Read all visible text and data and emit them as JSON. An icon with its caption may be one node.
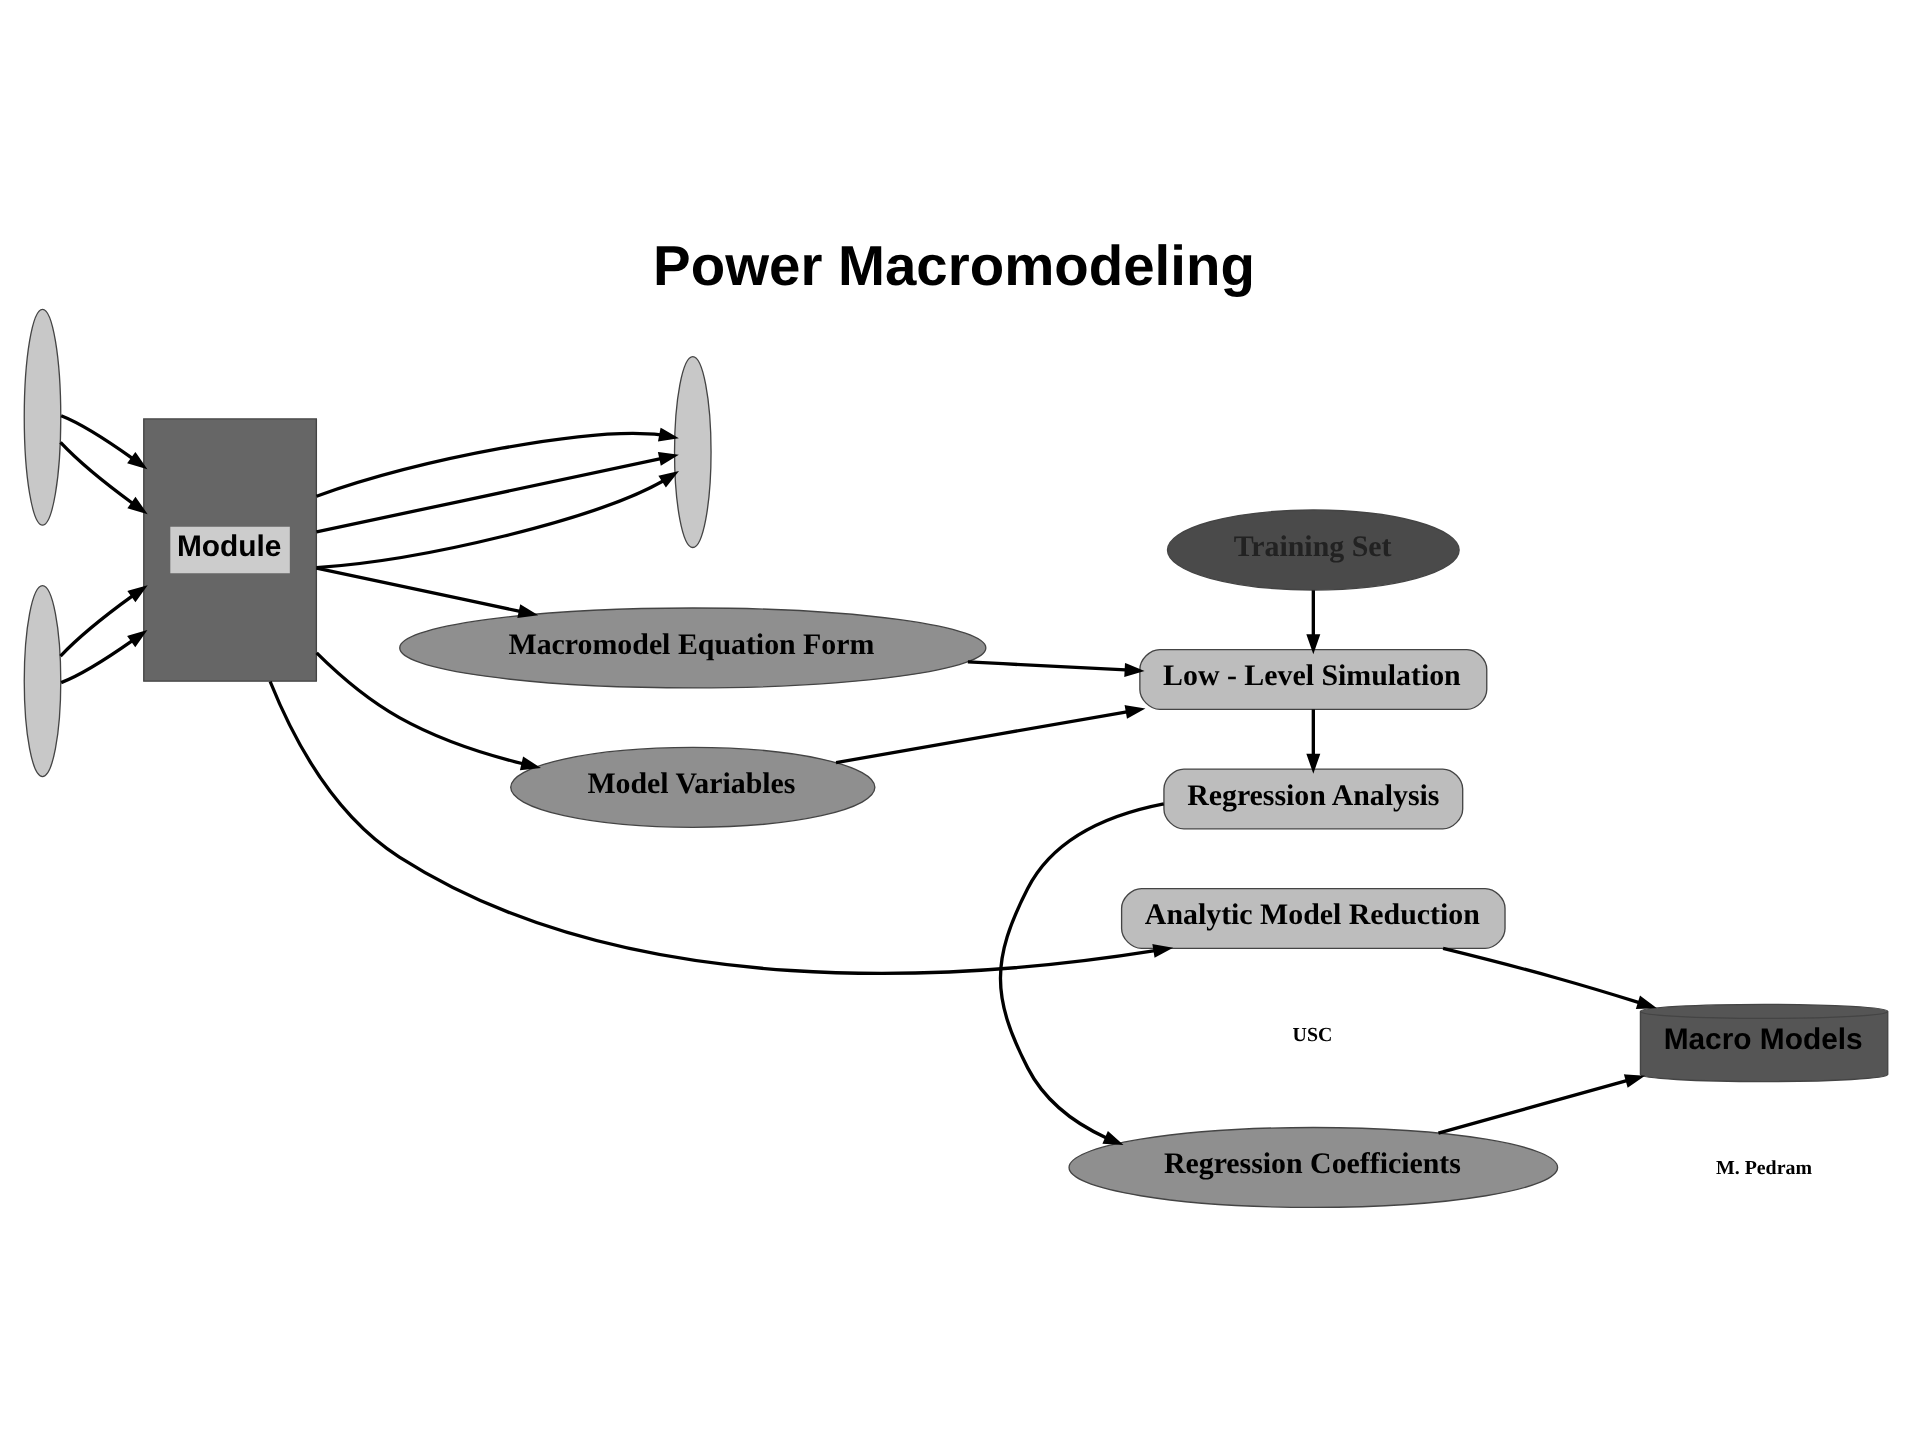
{
  "diagram": {
    "title": "Power Macromodeling",
    "nodes": [
      {
        "text": [],
        "shape": "ellipse"
      },
      {
        "text": [],
        "shape": "ellipse"
      },
      {
        "text": [
          "Module"
        ]
      },
      {
        "text": [],
        "shape": "ellipse"
      },
      {
        "text": [
          "Macromodel Equation Form"
        ]
      },
      {
        "text": [
          "Model Variables"
        ]
      },
      {
        "text": [
          "Training Set"
        ]
      },
      {
        "text": [
          "Low - Level Simulation"
        ]
      },
      {
        "text": [
          "Regression Analysis"
        ]
      },
      {
        "text": [
          "Analytic Model Reduction"
        ]
      },
      {
        "text": [
          "Macro Models"
        ]
      },
      {
        "text": [
          "Regression Coefficients"
        ]
      }
    ],
    "edges": [
      {
        "from": 0,
        "to": 2,
        "arrow": "to"
      },
      {
        "from": 0,
        "to": 2,
        "arrow": "to"
      },
      {
        "from": 1,
        "to": 2,
        "arrow": "to"
      },
      {
        "from": 1,
        "to": 2,
        "arrow": "to"
      },
      {
        "from": 2,
        "to": 3,
        "arrow": "to"
      },
      {
        "from": 2,
        "to": 3,
        "arrow": "to"
      },
      {
        "from": 2,
        "to": 3,
        "arrow": "to"
      },
      {
        "from": 2,
        "to": 4,
        "arrow": "to"
      },
      {
        "from": 2,
        "to": 5,
        "arrow": "to"
      },
      {
        "from": 4,
        "to": 7,
        "arrow": "to"
      },
      {
        "from": 5,
        "to": 7,
        "arrow": "to"
      },
      {
        "from": 6,
        "to": 7,
        "arrow": "to"
      },
      {
        "from": 7,
        "to": 8,
        "arrow": "to"
      },
      {
        "from": 8,
        "to": 11,
        "arrow": "to"
      },
      {
        "from": 11,
        "to": 10,
        "arrow": "to"
      },
      {
        "from": 2,
        "to": 9,
        "arrow": "to"
      },
      {
        "from": 9,
        "to": 10,
        "arrow": "to"
      }
    ],
    "labels": [
      "USC",
      "M. Pedram"
    ]
  }
}
